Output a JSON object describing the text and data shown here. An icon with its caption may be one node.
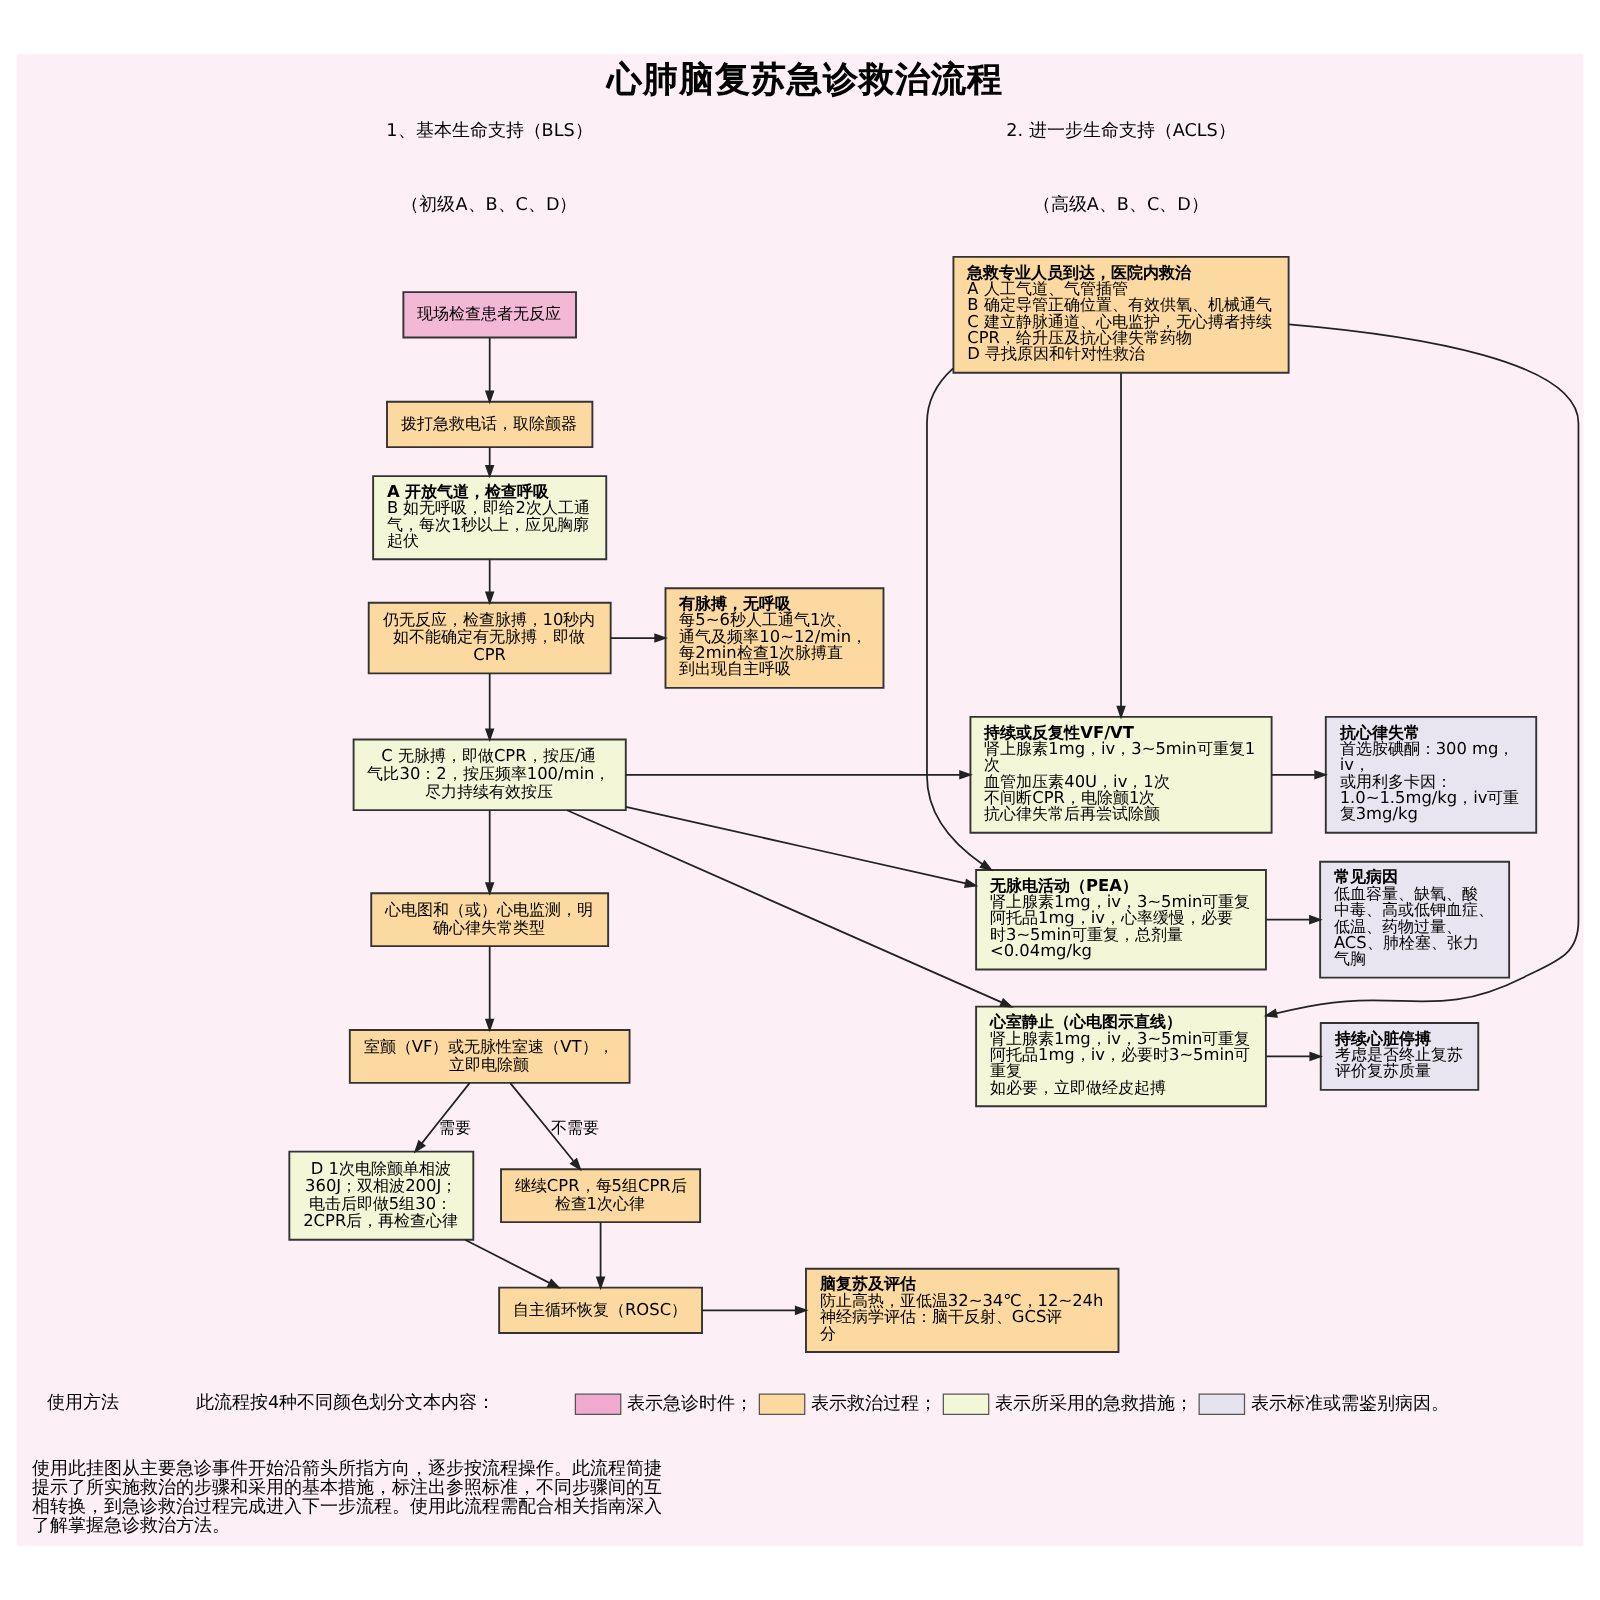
{
  "diagram": {
    "title": "心肺脑复苏急诊救治流程",
    "nodes": [
      {
        "text": [
          "现场检查患者无反应"
        ]
      },
      {
        "text": [
          "拨打急救电话，取除颤器"
        ]
      },
      {
        "text": [
          "A 开放气道，检查呼吸",
          "B 如无呼吸，即给2次人工通气，每次1秒以上，应见胸廓起伏"
        ]
      },
      {
        "text": [
          "有脉搏，无呼吸",
          "每5~6秒人工通气1次、通气及频率10~12/min，每2min检查1次脉搏直到出现自主呼吸"
        ]
      },
      {
        "text": [
          "仍无反应，检查脉搏，10秒内如不能确定有无脉搏，即做CPR"
        ]
      },
      {
        "text": [
          "C 无脉搏，即做CPR，按压/通气比30：2，按压频率100/min，尽力持续有效按压"
        ]
      },
      {
        "text": [
          "心电图和（或）心电监测，明确心律失常类型"
        ]
      },
      {
        "text": [
          "室颤（VF）或无脉性室速（VT），立即电除颤"
        ]
      },
      {
        "text": [
          "D 1次电除颤单相波360J；双相波200J；电击后即做5组30：2CPR后，再检查心律"
        ]
      },
      {
        "text": [
          "继续CPR，每5组CPR后检查1次心律"
        ]
      },
      {
        "text": [
          "自主循环恢复（ROSC）"
        ]
      },
      {
        "text": [
          "脑复苏及评估",
          "防止高热，亚低温32~34℃，12~24h",
          "神经病学评估：脑干反射、GCS评分"
        ]
      },
      {
        "text": [
          "急救专业人员到达，医院内救治",
          "A 人工气道、气管插管",
          "B 确定导管正确位置、有效供氧、机械通气",
          "C 建立静脉通道、心电监护，无心搏者持续CPR，给升压及抗心律失常药物",
          "D 寻找原因和针对性救治"
        ]
      },
      {
        "text": [
          "持续或反复性VF/VT",
          "肾上腺素1mg，iv，3~5min可重复1次",
          "血管加压素40U，iv，1次",
          "不间断CPR，电除颤1次",
          "抗心律失常后再尝试除颤"
        ]
      },
      {
        "text": [
          "抗心律失常",
          "首选胺碘酮：300 mg，iv，",
          "或用利多卡因：1.0~1.5mg/kg，iv可重复3mg/kg"
        ]
      },
      {
        "text": [
          "无脉电活动（PEA）",
          "肾上腺素1mg，iv，3~5min可重复",
          "阿托品1mg，iv，心率缓慢，必要时3~5min可重复，总剂量<0.04mg/kg"
        ]
      },
      {
        "text": [
          "常见病因",
          "低血容量、缺氧、酸中毒、高或低钾血症、低温、药物过量、ACS、肺栓塞、张力气胸"
        ]
      },
      {
        "text": [
          "心室静止（心电图示直线）",
          "肾上腺素1mg，iv，3~5min可重复",
          "阿托品1mg，iv，必要时3~5min可重复",
          "如必要，立即做经皮起搏"
        ]
      },
      {
        "text": [
          "持续心脏停搏",
          "考虑是否终止复苏",
          "评价复苏质量"
        ]
      }
    ],
    "edges": [
      {
        "from": 0,
        "to": 1,
        "arrow": "to"
      },
      {
        "from": 1,
        "to": 2,
        "arrow": "to"
      },
      {
        "from": 2,
        "to": 4,
        "arrow": "to"
      },
      {
        "from": 4,
        "to": 3,
        "arrow": "to"
      },
      {
        "from": 4,
        "to": 5,
        "arrow": "to"
      },
      {
        "from": 5,
        "to": 6,
        "arrow": "to"
      },
      {
        "from": 6,
        "to": 7,
        "arrow": "to"
      },
      {
        "from": 7,
        "to": 8,
        "arrow": "to",
        "label": "需要"
      },
      {
        "from": 7,
        "to": 9,
        "arrow": "to",
        "label": "不需要"
      },
      {
        "from": 9,
        "to": 10,
        "arrow": "to"
      },
      {
        "from": 8,
        "to": 10,
        "arrow": "to"
      },
      {
        "from": 10,
        "to": 11,
        "arrow": "to"
      },
      {
        "from": 12,
        "to": 13,
        "arrow": "to"
      },
      {
        "from": 12,
        "to": 15,
        "arrow": "to"
      },
      {
        "from": 12,
        "to": 17,
        "arrow": "to"
      },
      {
        "from": 5,
        "to": 13,
        "arrow": "to"
      },
      {
        "from": 5,
        "to": 15,
        "arrow": "to"
      },
      {
        "from": 5,
        "to": 17,
        "arrow": "to"
      },
      {
        "from": 13,
        "to": 14,
        "arrow": "to"
      },
      {
        "from": 15,
        "to": 16,
        "arrow": "to"
      },
      {
        "from": 17,
        "to": 18,
        "arrow": "to"
      }
    ],
    "labels": [
      "1、基本生命支持（BLS）",
      "（初级A、B、C、D）",
      "2. 进一步生命支持（ACLS）",
      "（高级A、B、C、D）",
      "使用方法",
      "此流程按4种不同颜色划分文本内容：",
      "使用此挂图从主要急诊事件开始沿箭头所指方向，逐步按流程操作。此流程简捷提示了所实施救治的步骤和采用的基本措施，标注出参照标准，不同步骤间的互相转换，到急诊救治过程完成进入下一步流程。使用此流程需配合相关指南深入了解掌握急诊救治方法。"
    ],
    "legend": [
      {
        "text": "表示急诊时件；",
        "color": "#f2a9cf"
      },
      {
        "text": "表示救治过程；",
        "color": "#fcd9a0"
      },
      {
        "text": "表示所采用的急救措施；",
        "color": "#f4f6d8"
      },
      {
        "text": "表示标准或需鉴别病因。",
        "color": "#e6e2ee"
      }
    ]
  }
}
